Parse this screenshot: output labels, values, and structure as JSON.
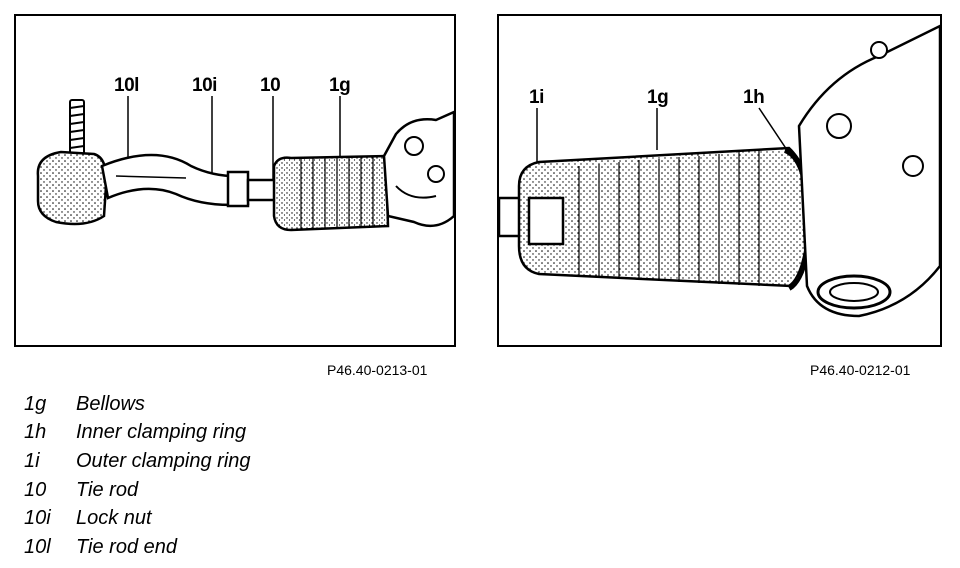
{
  "figures": [
    {
      "code": "P46.40-0213-01",
      "callouts": [
        "10l",
        "10i",
        "10",
        "1g"
      ]
    },
    {
      "code": "P46.40-0212-01",
      "callouts": [
        "1i",
        "1g",
        "1h"
      ]
    }
  ],
  "legend": [
    {
      "key": "1g",
      "label": "Bellows"
    },
    {
      "key": "1h",
      "label": "Inner clamping ring"
    },
    {
      "key": "1i",
      "label": "Outer clamping ring"
    },
    {
      "key": "10",
      "label": "Tie rod"
    },
    {
      "key": "10i",
      "label": "Lock nut"
    },
    {
      "key": "10l",
      "label": "Tie rod end"
    }
  ]
}
